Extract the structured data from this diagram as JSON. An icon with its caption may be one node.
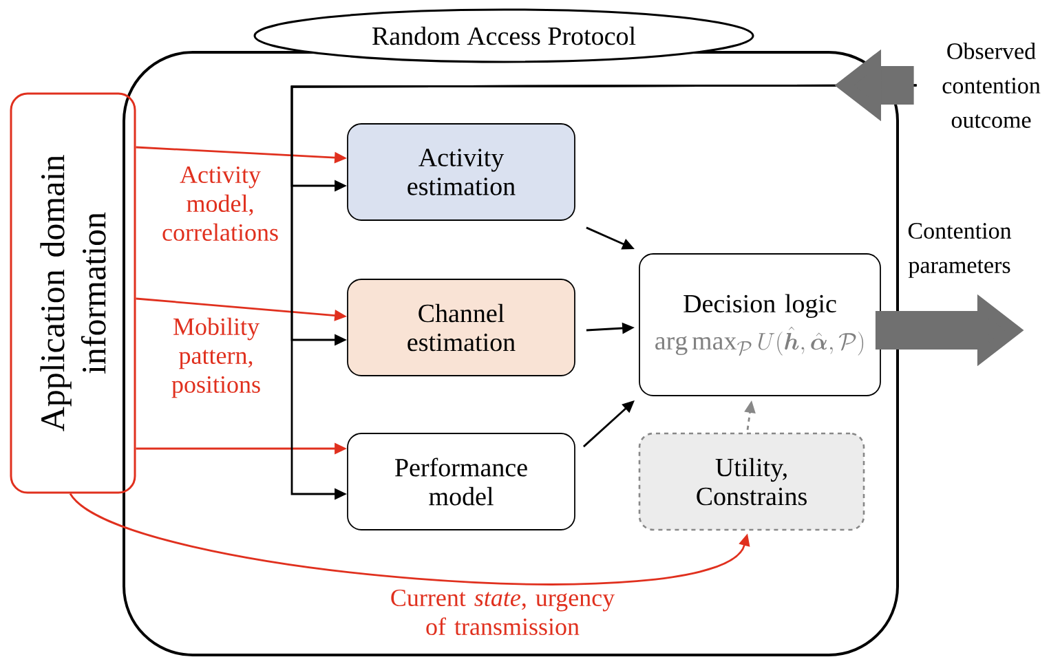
{
  "diagram": {
    "nodes": [
      {
        "text": [
          "Random Access Protocol"
        ]
      },
      {
        "text": [
          "Application domain information"
        ]
      },
      {
        "text": [
          "Activity estimation"
        ],
        "in": 0
      },
      {
        "text": [
          "Channel estimation"
        ],
        "in": 0
      },
      {
        "text": [
          "Performance model"
        ],
        "in": 0
      },
      {
        "text": [
          "Decision logic",
          "\\arg\\max_{\\mathcal{P}} U(\\hat{\\boldsymbol{h}}, \\hat{\\boldsymbol{\\alpha}}, \\mathcal{P})"
        ],
        "in": 0
      },
      {
        "text": [
          "Utility, Constrains"
        ],
        "in": 0
      },
      {
        "text": [
          "Observed contention outcome"
        ]
      }
    ],
    "edges": [
      {
        "from": 1,
        "to": 2,
        "arrow": "to",
        "label": "Activity model, correlations",
        "color": "#e0301e"
      },
      {
        "from": 1,
        "to": 3,
        "arrow": "to",
        "label": "Mobility pattern, positions",
        "color": "#e0301e"
      },
      {
        "from": 1,
        "to": 4,
        "arrow": "to",
        "color": "#e0301e"
      },
      {
        "from": 7,
        "to": 2,
        "arrow": "to",
        "color": "#000000"
      },
      {
        "from": 7,
        "to": 3,
        "arrow": "to",
        "color": "#000000"
      },
      {
        "from": 7,
        "to": 4,
        "arrow": "to",
        "color": "#000000"
      },
      {
        "from": 2,
        "to": 5,
        "arrow": "to",
        "color": "#000000"
      },
      {
        "from": 3,
        "to": 5,
        "arrow": "to",
        "color": "#000000"
      },
      {
        "from": 4,
        "to": 5,
        "arrow": "to",
        "color": "#000000"
      },
      {
        "from": 6,
        "to": 5,
        "arrow": "to",
        "style": "dashed",
        "color": "#888888"
      },
      {
        "from": 1,
        "to": 6,
        "arrow": "to",
        "label": "Current *state*, urgency of transmission",
        "color": "#e0301e"
      },
      {
        "from": 5,
        "to": null,
        "arrow": "to",
        "style": "thick",
        "color": "#707070"
      },
      {
        "from": 7,
        "to": 0,
        "arrow": "to",
        "style": "thick",
        "color": "#707070"
      }
    ],
    "labels": [
      "Contention parameters"
    ]
  }
}
